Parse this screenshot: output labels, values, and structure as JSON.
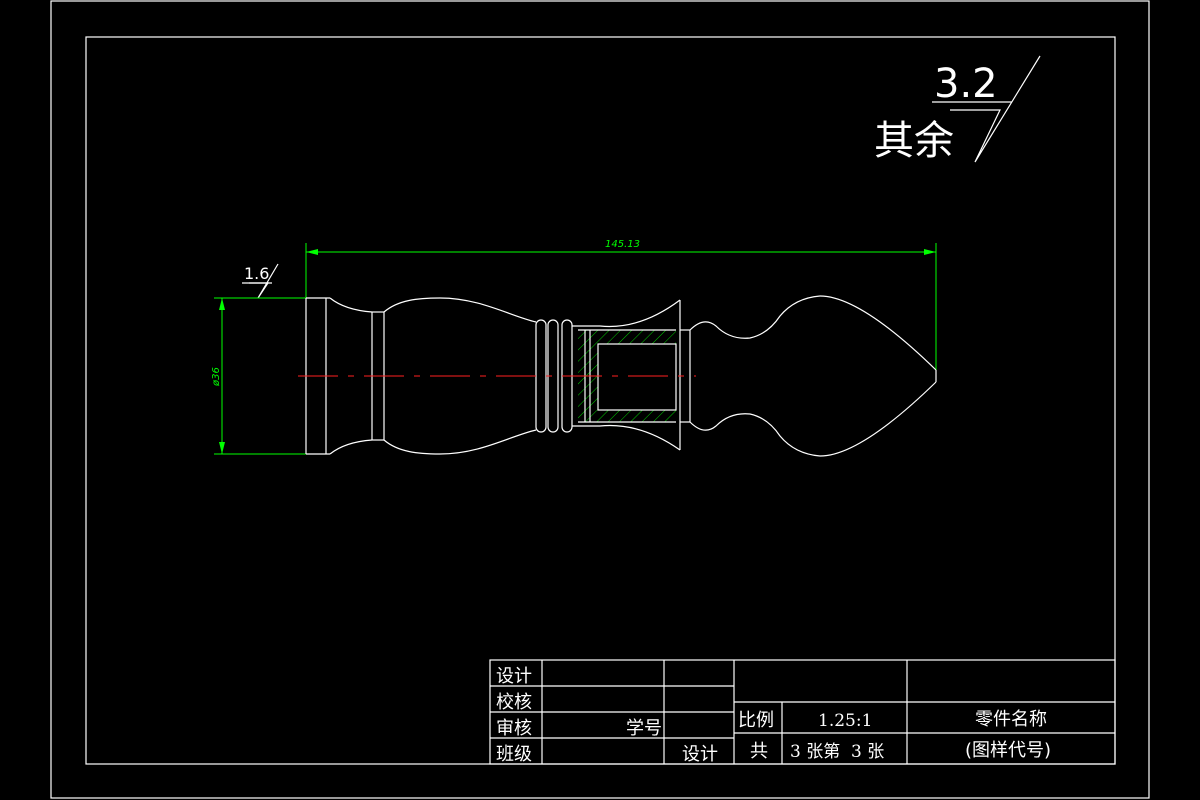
{
  "surface_finish": {
    "note": "其余",
    "value": "3.2",
    "local_value": "1.6"
  },
  "dimensions": {
    "length": "145.13",
    "diameter": "ø36"
  },
  "title_block": {
    "design": "设计",
    "check": "校核",
    "review": "审核",
    "class": "班级",
    "student_no": "学号",
    "designer": "设计",
    "scale_label": "比例",
    "scale_value": "1.25:1",
    "sheets_label": "共",
    "sheets_value": "3 张第  3 张",
    "part_name": "零件名称",
    "drawing_no": "(图样代号)"
  }
}
